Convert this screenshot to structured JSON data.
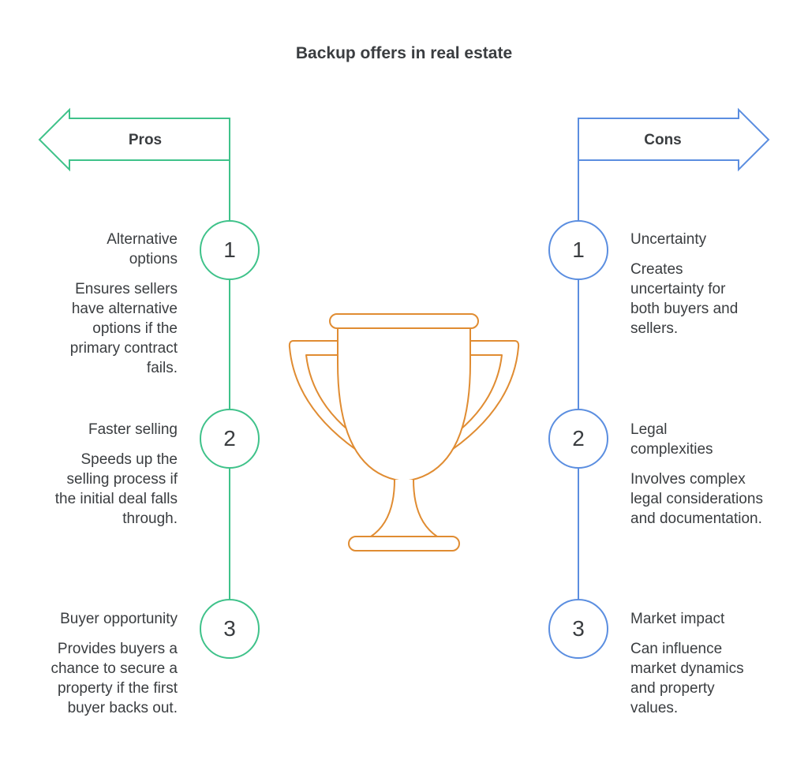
{
  "title": "Backup offers in real estate",
  "colors": {
    "pros": "#3fc28a",
    "cons": "#5b8ee0",
    "trophy": "#e08c32"
  },
  "trophy_icon": "trophy-icon",
  "pros": {
    "label": "Pros",
    "items": [
      {
        "num": "1",
        "heading": "Alternative options",
        "text": "Ensures sellers have alternative options if the primary contract fails."
      },
      {
        "num": "2",
        "heading": "Faster selling",
        "text": "Speeds up the selling process if the initial deal falls through."
      },
      {
        "num": "3",
        "heading": "Buyer opportunity",
        "text": "Provides buyers a chance to secure a property if the first buyer backs out."
      }
    ]
  },
  "cons": {
    "label": "Cons",
    "items": [
      {
        "num": "1",
        "heading": "Uncertainty",
        "text": "Creates uncertainty for both buyers and sellers."
      },
      {
        "num": "2",
        "heading": "Legal complexities",
        "text": "Involves complex legal considerations and documentation."
      },
      {
        "num": "3",
        "heading": "Market impact",
        "text": "Can influence market dynamics and property values."
      }
    ]
  }
}
